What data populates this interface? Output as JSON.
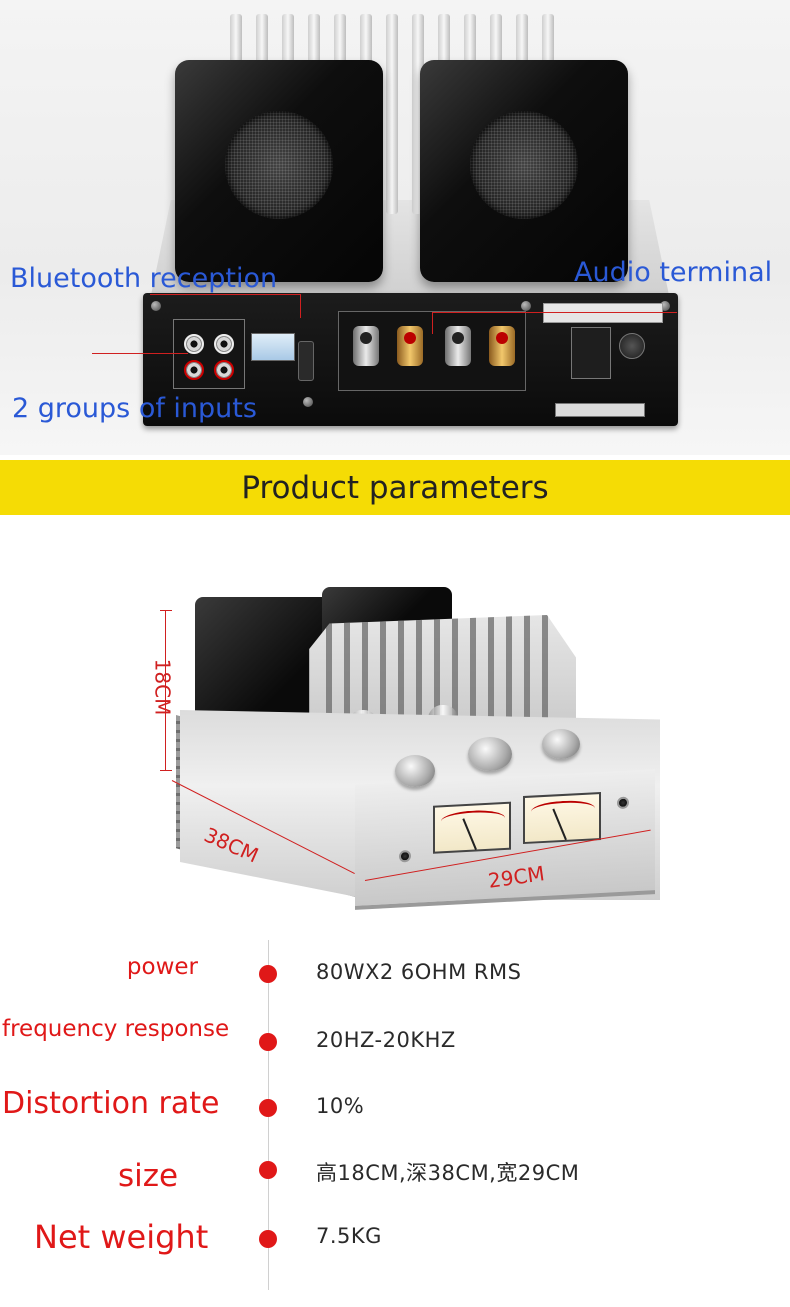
{
  "rear_view": {
    "callouts": {
      "bluetooth": "Bluetooth reception",
      "audio_terminal": "Audio terminal",
      "inputs": "2 groups of inputs"
    }
  },
  "section_title": "Product parameters",
  "dimensions": {
    "height": "18CM",
    "depth": "38CM",
    "width": "29CM"
  },
  "specs": [
    {
      "label": "power",
      "value": "80WX2 6OHM RMS"
    },
    {
      "label": "frequency response",
      "value": "20HZ-20KHZ"
    },
    {
      "label": "Distortion rate",
      "value": "10%"
    },
    {
      "label": "size",
      "value": "高18CM,深38CM,宽29CM"
    },
    {
      "label": "Net weight",
      "value": "7.5KG"
    }
  ],
  "colors": {
    "callout_text": "#2a59d6",
    "accent_red": "#e01818",
    "band_yellow": "#f5dc05"
  }
}
